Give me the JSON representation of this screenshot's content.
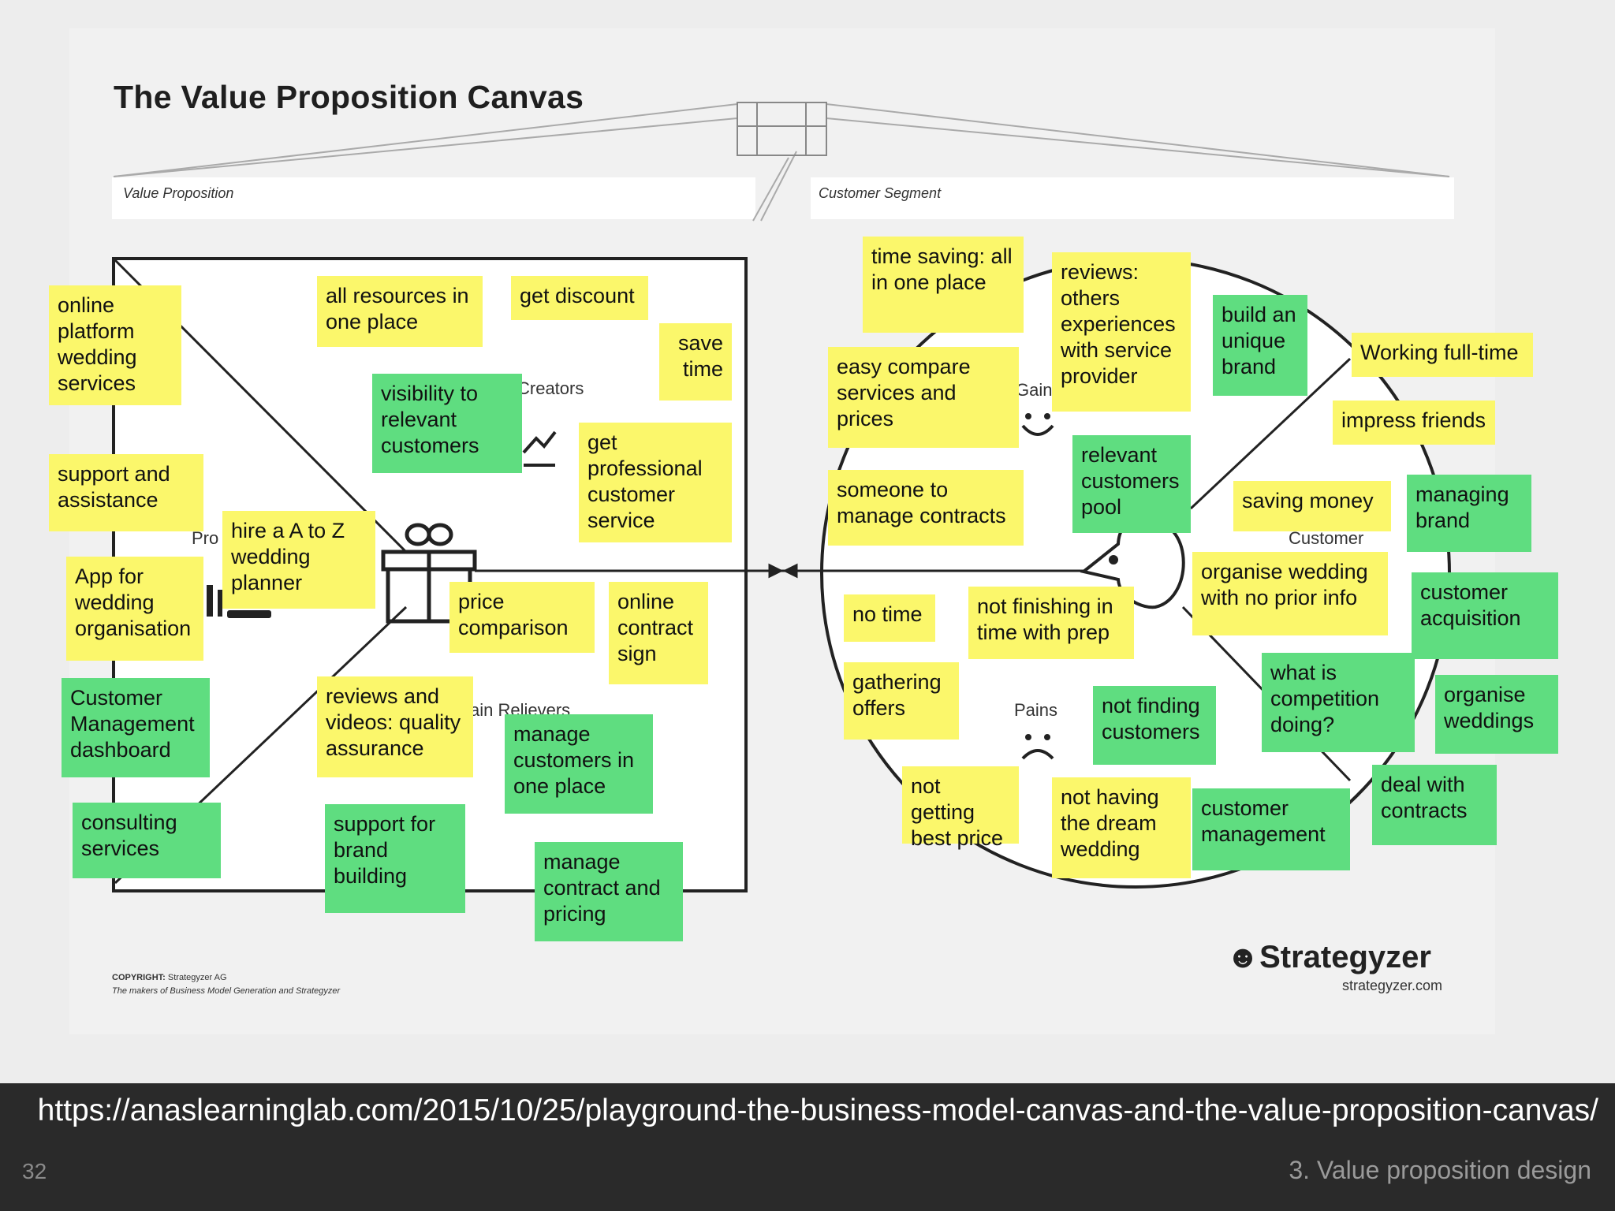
{
  "canvas": {
    "title": "The Value Proposition Canvas",
    "value_proposition_label": "Value Proposition",
    "customer_segment_label": "Customer Segment",
    "labels": {
      "gain_creators": "Creators",
      "products_services": "Pro",
      "pain_relievers": "ain Relievers",
      "gains": "Gain",
      "customer_job": "Customer",
      "pains": "Pains"
    },
    "copyright_line1_bold": "COPYRIGHT:",
    "copyright_line1": "Strategyzer AG",
    "copyright_line2": "The makers of Business Model Generation and Strategyzer",
    "brand": "Strategyzer",
    "brand_url": "strategyzer.com"
  },
  "notes": {
    "online_platform": "online platform wedding services",
    "all_resources": "all resources in one place",
    "get_discount": "get discount",
    "save_time": "save time",
    "visibility": "visibility to relevant customers",
    "support_assistance": "support and assistance",
    "get_professional": "get professional customer service",
    "hire_planner": "hire a A to Z wedding planner",
    "app_for_wedding": "App for wedding organisation",
    "price_comparison": "price comparison",
    "online_contract": "online contract sign",
    "customer_management_dashboard": "Customer Management dashboard",
    "reviews_videos": "reviews and videos: quality assurance",
    "manage_customers": "manage customers in one place",
    "consulting": "consulting services",
    "support_brand": "support for brand building",
    "manage_contract": "manage contract and pricing",
    "time_saving": "time saving: all in one place",
    "reviews_others": "reviews: others experiences with service provider",
    "build_brand": "build an unique brand",
    "working_full_time": "Working full-time",
    "easy_compare": "easy compare services and prices",
    "impress_friends": "impress friends",
    "relevant_pool": "relevant customers pool",
    "someone_contracts": "someone to manage contracts",
    "saving_money": "saving money",
    "managing_brand": "managing brand",
    "organise_no_info": "organise wedding with no prior info",
    "customer_acquisition": "customer acquisition",
    "no_time": "no time",
    "not_finishing": "not finishing in time with prep",
    "gathering_offers": "gathering offers",
    "what_competition": "what is competition doing?",
    "organise_weddings": "organise weddings",
    "not_finding": "not finding customers",
    "not_getting_price": "not getting best price",
    "not_having_dream": "not having the dream wedding",
    "customer_management": "customer management",
    "deal_contracts": "deal with contracts"
  },
  "footer": {
    "url": "https://anaslearninglab.com/2015/10/25/playground-the-business-model-canvas-and-the-value-proposition-canvas/",
    "page_number": "32",
    "section": "3. Value proposition design"
  },
  "colors": {
    "yellow_note": "#fbf76b",
    "green_note": "#5fdd80",
    "footer_bg": "#2a2a2a"
  }
}
